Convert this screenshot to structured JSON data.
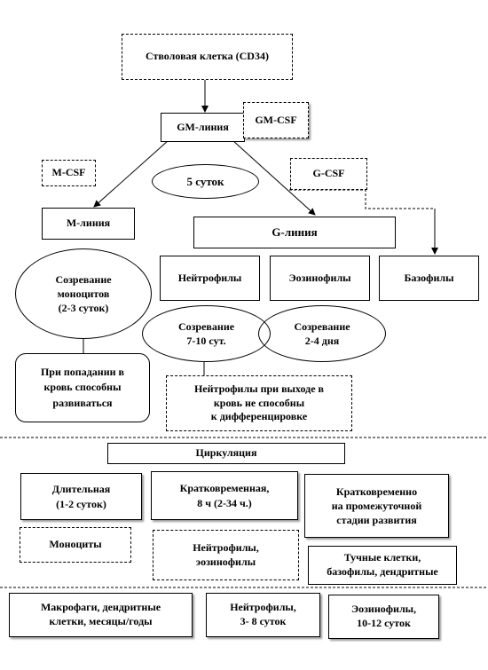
{
  "stem_cell": "Стволовая клетка (CD34)",
  "gm_line": "GM-линия",
  "gm_csf": "GM-CSF",
  "m_csf": "M-CSF",
  "days_5": "5 суток",
  "g_csf": "G-CSF",
  "m_line": "M-линия",
  "g_line": "G-линия",
  "monocyte_maturation": "Созревание\nмоноцитов\n(2-3 суток)",
  "neutrophils": "Нейтрофилы",
  "eosinophils": "Эозинофилы",
  "basophils": "Базофилы",
  "maturation_neutro": "Созревание\n7-10 сут.",
  "maturation_eosino": "Созревание\n2-4 дня",
  "blood_develop": "При попадании в\nкровь способны\nразвиваться",
  "neutro_no_diff": "Нейтрофилы при выходе в\nкровь не способны\nк дифференцировке",
  "circulation": "Циркуляция",
  "long_term": "Длительная\n(1-2 суток)",
  "short_term": "Кратковременная,\n8 ч (2-34 ч.)",
  "short_intermediate": "Кратковременно\nна промежуточной\nстадии развития",
  "monocytes": "Моноциты",
  "neutro_eosino": "Нейтрофилы,\nэозинофилы",
  "mast_cells": "Тучные клетки,\nбазофилы, дендритные",
  "macrophages": "Макрофаги, дендритные\nклетки, месяцы/годы",
  "neutro_days": "Нейтрофилы,\n3- 8 суток",
  "eosino_days": "Эозинофилы,\n10-12 суток"
}
